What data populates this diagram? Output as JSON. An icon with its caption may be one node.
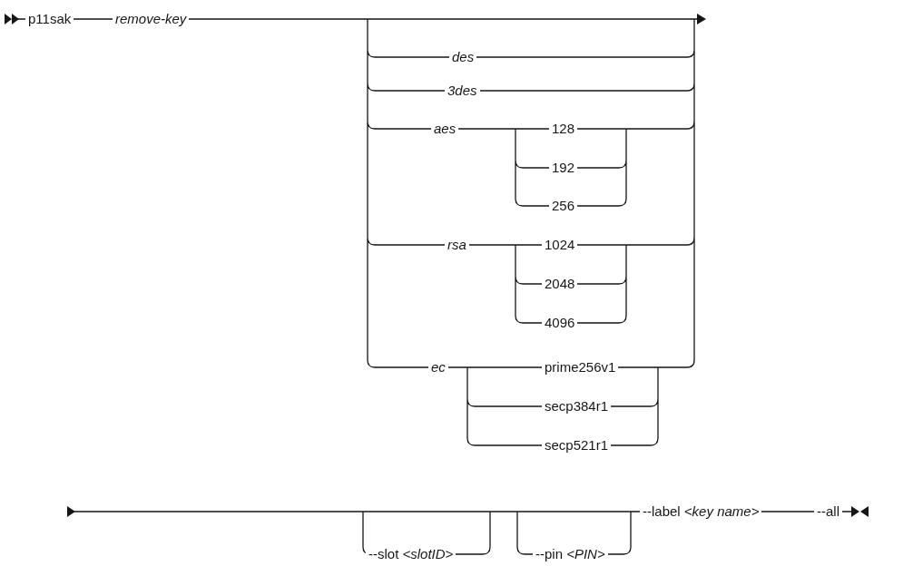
{
  "diagram": {
    "labels": [
      "p11sak",
      "remove-key",
      "des",
      "3des",
      "aes",
      "128",
      "192",
      "256",
      "rsa",
      "1024",
      "2048",
      "4096",
      "ec",
      "prime256v1",
      "secp384r1",
      "secp521r1",
      "--slot *<slotID>*",
      "--pin *<PIN>*",
      "--label *<key name>*",
      "--all"
    ]
  }
}
